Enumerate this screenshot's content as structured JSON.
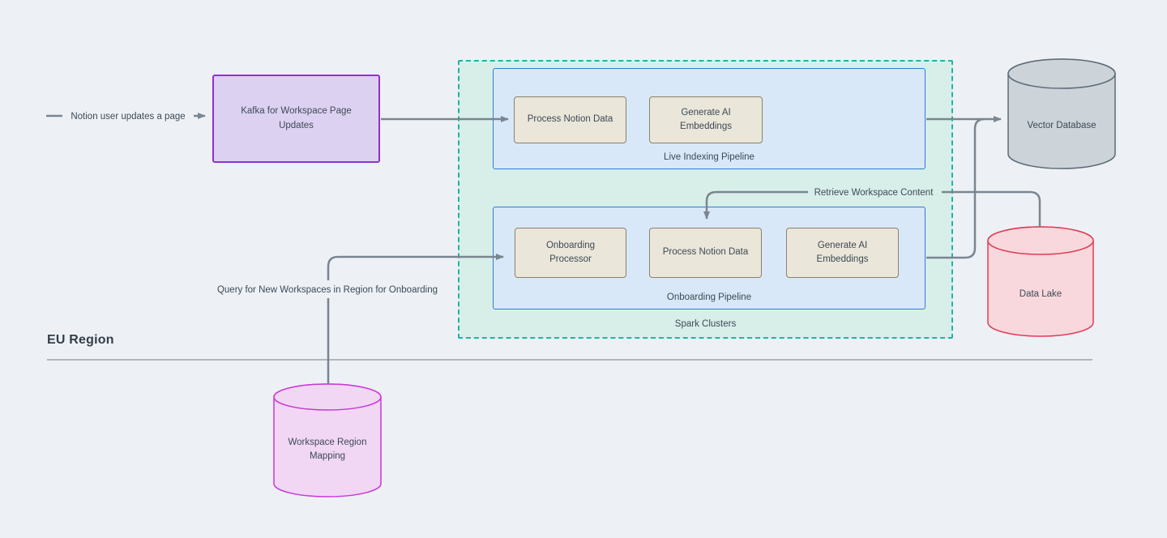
{
  "diagram": {
    "eu_region_label": "EU Region",
    "kafka_box": {
      "label": "Kafka for Workspace Page\nUpdates"
    },
    "spark_cluster": {
      "label": "Spark Clusters"
    },
    "live_indexing_pipeline": {
      "label": "Live Indexing Pipeline",
      "steps": [
        "Process Notion Data",
        "Generate AI\nEmbeddings"
      ]
    },
    "onboarding_pipeline": {
      "label": "Onboarding Pipeline",
      "steps": [
        "Onboarding\nProcessor",
        "Process Notion Data",
        "Generate AI\nEmbeddings"
      ]
    },
    "datastores": {
      "vector_database": "Vector Database",
      "data_lake": "Data Lake",
      "workspace_region_mapping": "Workspace Region\nMapping"
    },
    "edge_labels": {
      "notion_user_updates": "Notion user updates a page",
      "retrieve_workspace_content": "Retrieve Workspace Content",
      "query_new_workspaces": "Query for New Workspaces in Region for Onboarding"
    },
    "colors": {
      "page_bg": "#edf1f5",
      "text": "#3d4955",
      "edge": "#7a8590",
      "divider": "#9aa4ad",
      "kafka_fill": "#ddd1f2",
      "kafka_border": "#9030cf",
      "spark_fill": "#d8efe9",
      "spark_border": "#1db4a3",
      "pipeline_fill": "#d8e8f8",
      "pipeline_border": "#2f7cd6",
      "step_fill": "#eae6d9",
      "step_border": "#8a8168",
      "vector_fill": "#ccd3d9",
      "vector_border": "#5d6b77",
      "lake_fill": "#f8d8dd",
      "lake_border": "#e13c55",
      "mapping_fill": "#f1d7f4",
      "mapping_border": "#c937d8"
    }
  }
}
